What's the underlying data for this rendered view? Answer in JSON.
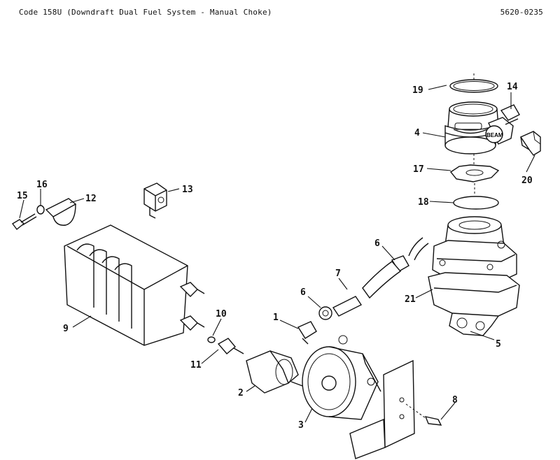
{
  "header": {
    "title": "Code 158U (Downdraft Dual Fuel System - Manual Choke)",
    "code": "5620-0235"
  },
  "callouts": {
    "c1": "1",
    "c2": "2",
    "c3": "3",
    "c4": "4",
    "c5": "5",
    "c6a": "6",
    "c6b": "6",
    "c7": "7",
    "c8": "8",
    "c9": "9",
    "c10": "10",
    "c11": "11",
    "c12": "12",
    "c13": "13",
    "c14": "14",
    "c15": "15",
    "c16": "16",
    "c17": "17",
    "c18": "18",
    "c19": "19",
    "c20": "20",
    "c21": "21"
  },
  "stamped_text": "BEAM"
}
